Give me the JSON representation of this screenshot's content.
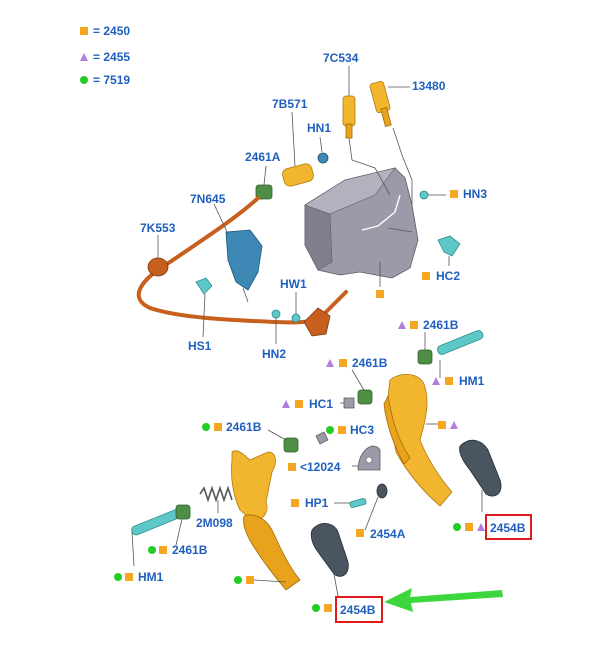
{
  "legend": [
    {
      "marker": "square",
      "color": "#f5a623",
      "text": "= 2450"
    },
    {
      "marker": "triangle",
      "color": "#b07ee0",
      "text": "= 2455"
    },
    {
      "marker": "circle",
      "color": "#22cc22",
      "text": "= 7519"
    }
  ],
  "labels": {
    "l_7c534": "7C534",
    "l_13480": "13480",
    "l_7b571": "7B571",
    "l_hn1": "HN1",
    "l_2461a": "2461A",
    "l_hn3": "HN3",
    "l_7n645": "7N645",
    "l_7k553": "7K553",
    "l_hc2": "HC2",
    "l_hw1": "HW1",
    "l_hs1": "HS1",
    "l_hn2": "HN2",
    "l_2461b_tr": "2461B",
    "l_hm1_r": "HM1",
    "l_2461b_mid": "2461B",
    "l_hc1": "HC1",
    "l_2461b_l": "2461B",
    "l_hc3": "HC3",
    "l_12024": "<12024",
    "l_hp1": "HP1",
    "l_2m098": "2M098",
    "l_2454a": "2454A",
    "l_2454b_r": "2454B",
    "l_2461b_bl": "2461B",
    "l_hm1_l": "HM1",
    "l_2454b_b": "2454B"
  },
  "colors": {
    "label": "#1f5fbf",
    "square_marker": "#f5a623",
    "triangle_marker": "#b07ee0",
    "circle_marker": "#22cc22",
    "highlight": "#e01b1b",
    "arrow": "#3dd63d"
  }
}
